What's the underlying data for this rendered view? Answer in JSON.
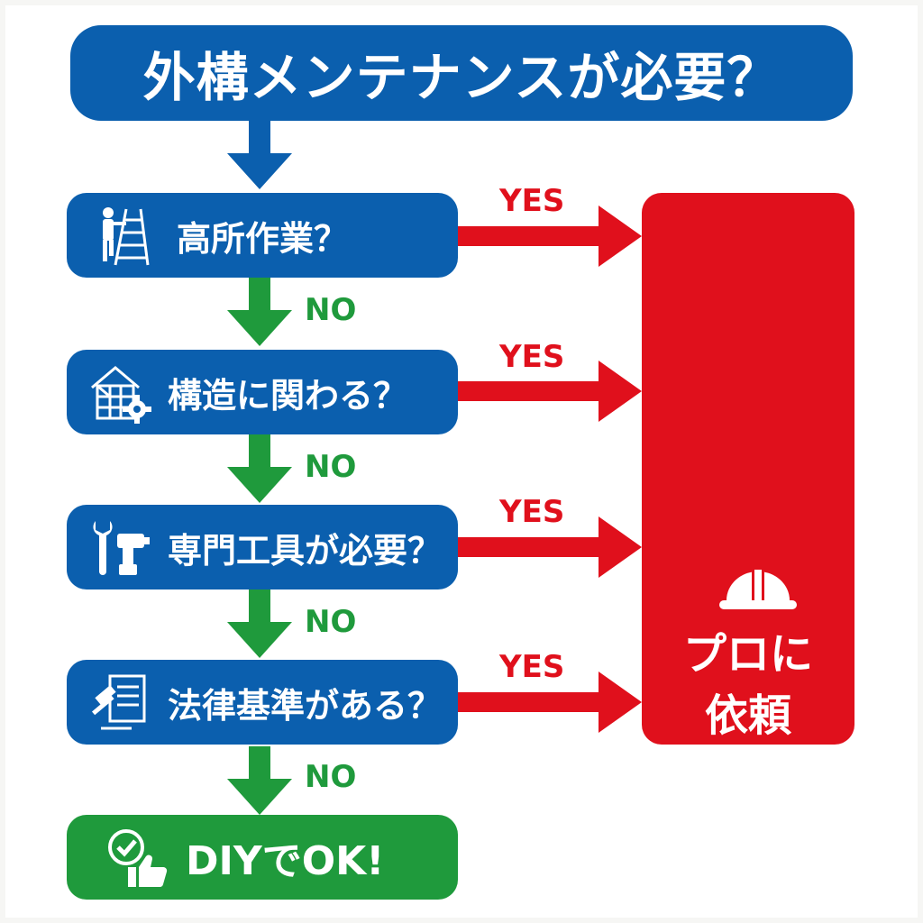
{
  "title": "外構メンテナンスが必要？",
  "questions": [
    {
      "text": "高所作業？",
      "icon": "ladder-worker-icon"
    },
    {
      "text": "構造に関わる？",
      "icon": "house-gear-icon"
    },
    {
      "text": "専門工具が必要？",
      "icon": "wrench-drill-icon"
    },
    {
      "text": "法律基準がある？",
      "icon": "gavel-document-icon"
    }
  ],
  "yes_label": "YES",
  "no_label": "NO",
  "pro": {
    "line1": "プロに",
    "line2": "依頼",
    "icon": "hard-hat-icon"
  },
  "diy": {
    "text": "DIYでOK!",
    "icon": "check-thumbs-up-icon"
  },
  "colors": {
    "blue": "#0b5fae",
    "red": "#e0101c",
    "green": "#1f9a3c",
    "white": "#ffffff"
  }
}
